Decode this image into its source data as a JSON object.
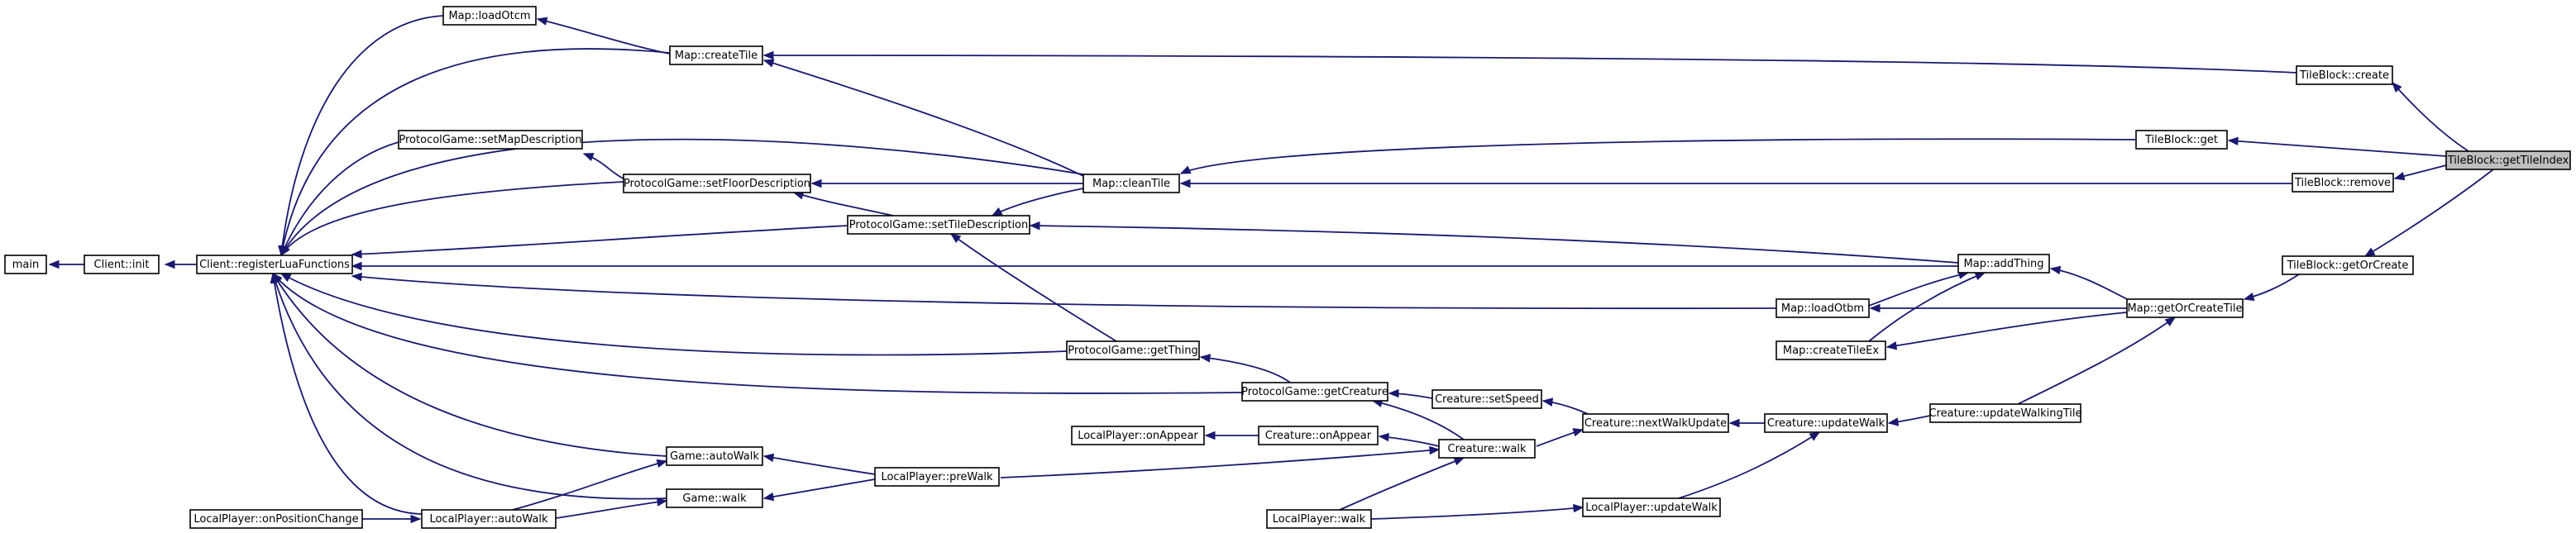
{
  "diagram": {
    "type": "call-graph",
    "colors": {
      "edge": "#191970",
      "node_border": "#000000",
      "target_fill": "#bfbfbf",
      "background": "#ffffff"
    },
    "nodes": {
      "main": "main",
      "client_init": "Client::init",
      "register_lua": "Client::registerLuaFunctions",
      "map_load_otcm": "Map::loadOtcm",
      "map_create_tile": "Map::createTile",
      "pg_set_map_desc": "ProtocolGame::setMapDescription",
      "pg_set_floor_desc": "ProtocolGame::setFloorDescription",
      "pg_set_tile_desc": "ProtocolGame::setTileDescription",
      "map_clean_tile": "Map::cleanTile",
      "tb_create": "TileBlock::create",
      "tb_get": "TileBlock::get",
      "tb_remove": "TileBlock::remove",
      "tb_get_tile_index": "TileBlock::getTileIndex",
      "tb_get_or_create": "TileBlock::getOrCreate",
      "map_add_thing": "Map::addThing",
      "map_load_otbm": "Map::loadOtbm",
      "map_create_tile_ex": "Map::createTileEx",
      "map_get_or_create_tile": "Map::getOrCreateTile",
      "pg_get_thing": "ProtocolGame::getThing",
      "pg_get_creature": "ProtocolGame::getCreature",
      "creature_set_speed": "Creature::setSpeed",
      "creature_next_walk_update": "Creature::nextWalkUpdate",
      "creature_update_walk": "Creature::updateWalk",
      "creature_update_walking_tile": "Creature::updateWalkingTile",
      "lp_on_appear": "LocalPlayer::onAppear",
      "creature_on_appear": "Creature::onAppear",
      "creature_walk": "Creature::walk",
      "game_auto_walk": "Game::autoWalk",
      "game_walk": "Game::walk",
      "lp_pre_walk": "LocalPlayer::preWalk",
      "lp_on_position_change": "LocalPlayer::onPositionChange",
      "lp_auto_walk": "LocalPlayer::autoWalk",
      "lp_walk": "LocalPlayer::walk",
      "lp_update_walk": "LocalPlayer::updateWalk"
    }
  }
}
